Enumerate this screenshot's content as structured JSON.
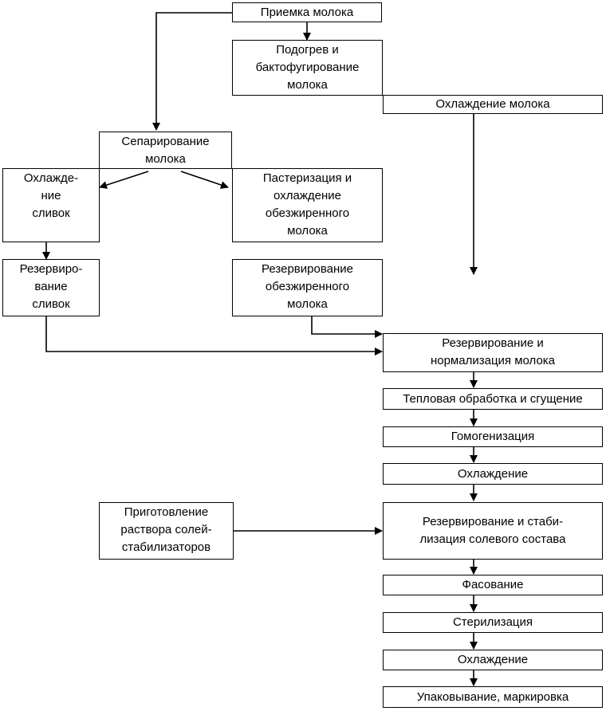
{
  "diagram": {
    "nodes": {
      "receiving": "Приемка молока",
      "heating": "Подогрев и\nбактофугирование\nмолока",
      "milk_cooling": "Охлаждение молока",
      "separation": "Сепарирование\nмолока",
      "cream_cooling": "Охлажде-\nние\nсливок",
      "pasteurization": "Пастеризация и\nохлаждение\nобезжиренного\nмолока",
      "cream_reserve": "Резервиро-\nвание\nсливок",
      "skim_reserve": "Резервирование\nобезжиренного\nмолока",
      "normalization": "Резервирование и\nнормализация молока",
      "heat_treatment": "Тепловая обработка и сгущение",
      "homogenization": "Гомогенизация",
      "cooling_1": "Охлаждение",
      "salt_prep": "Приготовление\nраствора солей-\nстабилизаторов",
      "stabilization": "Резервирование и стаби-\nлизация солевого состава",
      "packing": "Фасование",
      "sterilization": "Стерилизация",
      "cooling_2": "Охлаждение",
      "labeling": "Упаковывание, маркировка"
    }
  }
}
